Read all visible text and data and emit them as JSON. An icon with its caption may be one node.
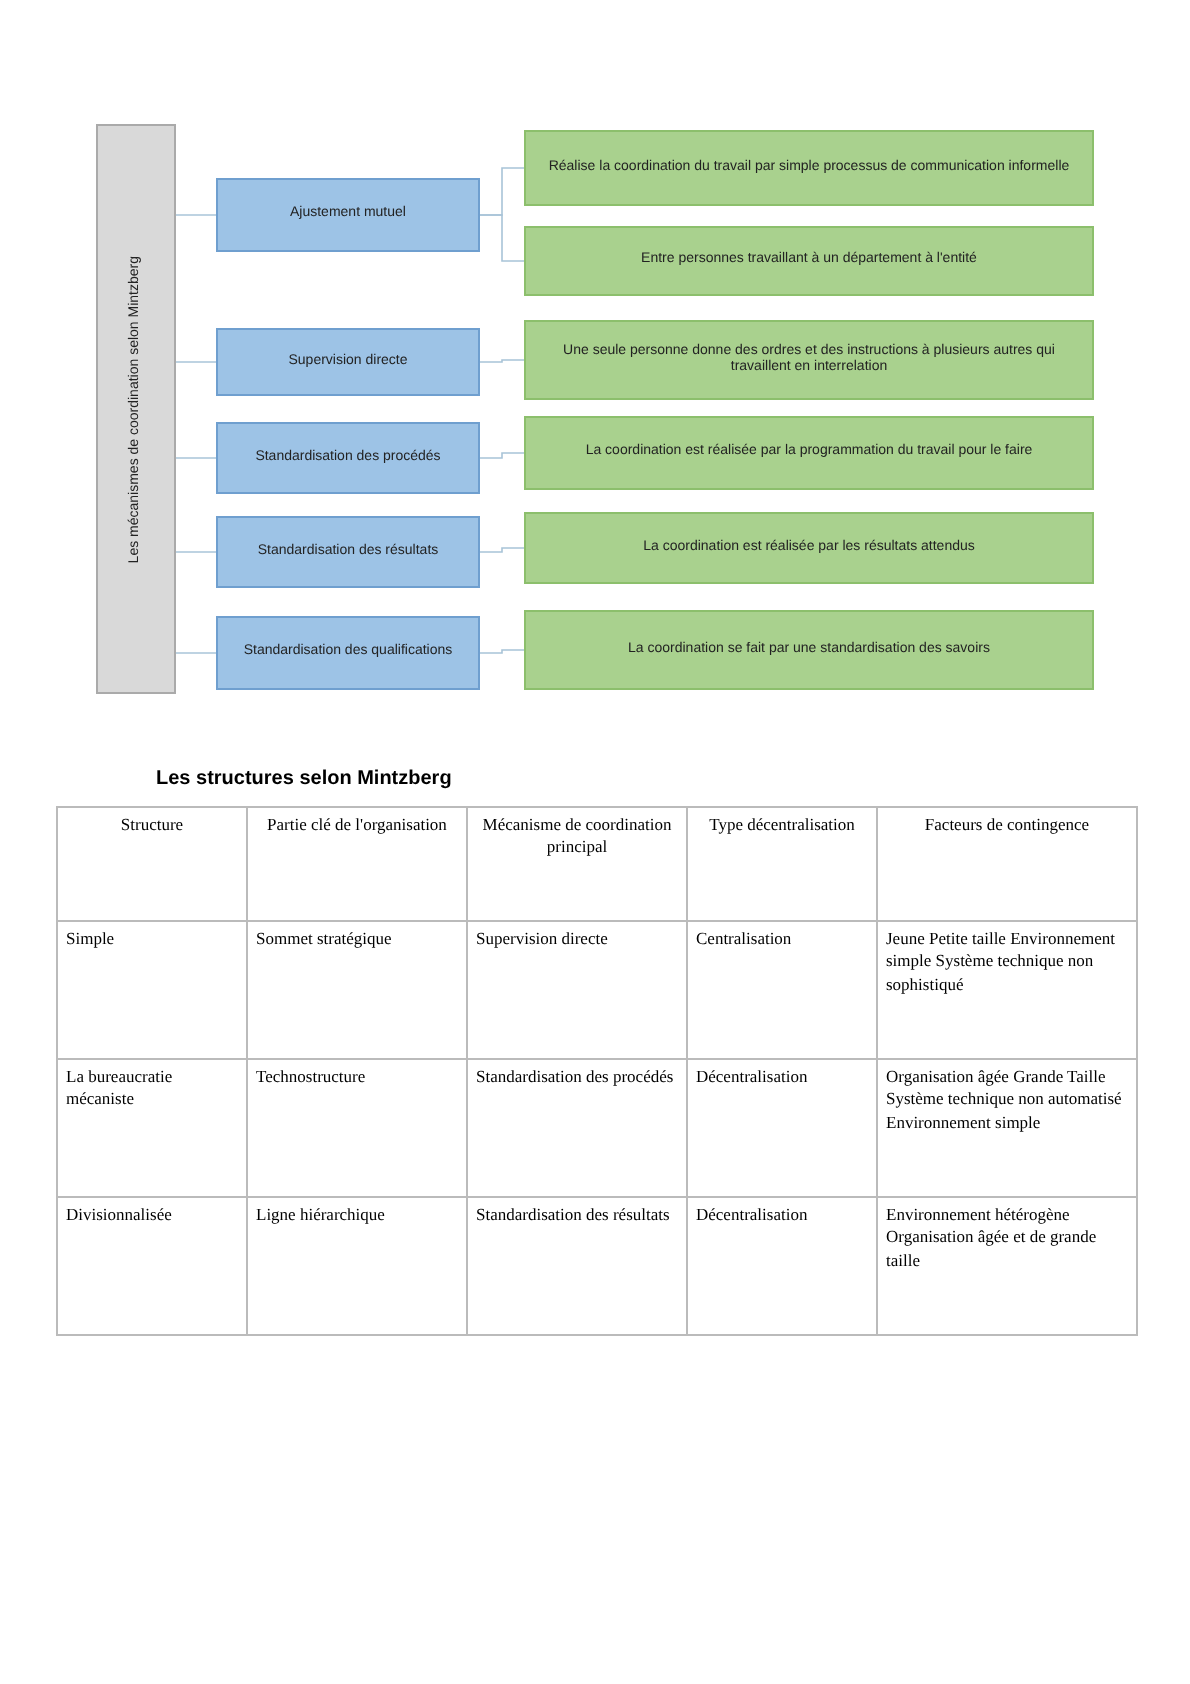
{
  "diagram": {
    "nodes": [
      {
        "text": [
          "Les mécanismes de coordination selon Mintzberg"
        ]
      },
      {
        "text": [
          "Ajustement mutuel"
        ]
      },
      {
        "text": [
          "Supervision directe"
        ]
      },
      {
        "text": [
          "Standardisation des procédés"
        ]
      },
      {
        "text": [
          "Standardisation des résultats"
        ]
      },
      {
        "text": [
          "Standardisation des qualifications"
        ]
      },
      {
        "text": [
          "Réalise la coordination du travail par simple processus de communication informelle"
        ]
      },
      {
        "text": [
          "Entre personnes travaillant à un département à l'entité"
        ]
      },
      {
        "text": [
          "Une seule personne donne des ordres et des instructions à plusieurs autres qui travaillent en interrelation"
        ]
      },
      {
        "text": [
          "La coordination est réalisée par la programmation du travail pour le faire"
        ]
      },
      {
        "text": [
          "La coordination est réalisée par les résultats attendus"
        ]
      },
      {
        "text": [
          "La coordination se fait par une standardisation des savoirs"
        ]
      }
    ],
    "edges": [
      {
        "from": 0,
        "to": 1,
        "arrow": "none"
      },
      {
        "from": 0,
        "to": 2,
        "arrow": "none"
      },
      {
        "from": 0,
        "to": 3,
        "arrow": "none"
      },
      {
        "from": 0,
        "to": 4,
        "arrow": "none"
      },
      {
        "from": 0,
        "to": 5,
        "arrow": "none"
      },
      {
        "from": 1,
        "to": 6,
        "arrow": "none"
      },
      {
        "from": 1,
        "to": 7,
        "arrow": "none"
      },
      {
        "from": 2,
        "to": 8,
        "arrow": "none"
      },
      {
        "from": 3,
        "to": 9,
        "arrow": "none"
      },
      {
        "from": 4,
        "to": 10,
        "arrow": "none"
      },
      {
        "from": 5,
        "to": 11,
        "arrow": "none"
      }
    ],
    "labels": [
      "Les structures selon Mintzberg",
      "Structure",
      "Partie clé de l'organisation",
      "Mécanisme de coordination principal",
      "Type décentralisation",
      "Facteurs de contingence",
      "Simple",
      "Sommet stratégique",
      "Supervision directe",
      "Centralisation",
      "Jeune Petite taille Environnement simple Système technique non sophistiqué",
      "La bureaucratie mécaniste",
      "Technostructure",
      "Standardisation des procédés",
      "Décentralisation",
      "Organisation âgée Grande Taille Système technique non automatisé Environnement simple",
      "Divisionnalisée",
      "Ligne hiérarchique",
      "Standardisation des résultats",
      "Décentralisation",
      "Environnement hétérogène Organisation âgée et de grande taille"
    ]
  }
}
